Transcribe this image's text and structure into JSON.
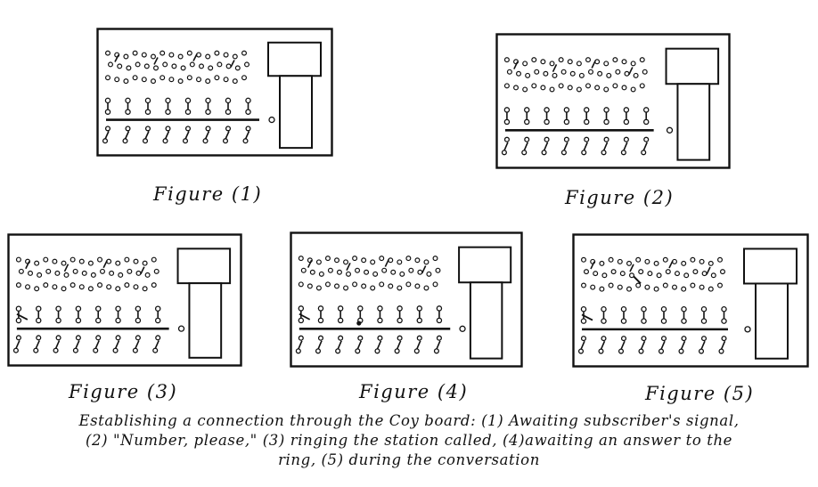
{
  "figures": [
    {
      "label": "Figure (1)",
      "caption": "Awaiting subscriber's signal"
    },
    {
      "label": "Figure (2)",
      "caption": "\"Number, please,\""
    },
    {
      "label": "Figure (3)",
      "caption": "ringing the station called"
    },
    {
      "label": "Figure (4)",
      "caption": "awaiting an answer to the ring"
    },
    {
      "label": "Figure (5)",
      "caption": "during the conversation"
    }
  ],
  "caption": {
    "line1": "Establishing a connection through the Coy board: (1) Awaiting subscriber's signal,",
    "line2": "(2) \"Number, please,\" (3) ringing the station called, (4)awaiting an answer to the",
    "line3": "ring, (5) during the conversation"
  },
  "colors": {
    "ink": "#111111",
    "paper": "#ffffff"
  }
}
